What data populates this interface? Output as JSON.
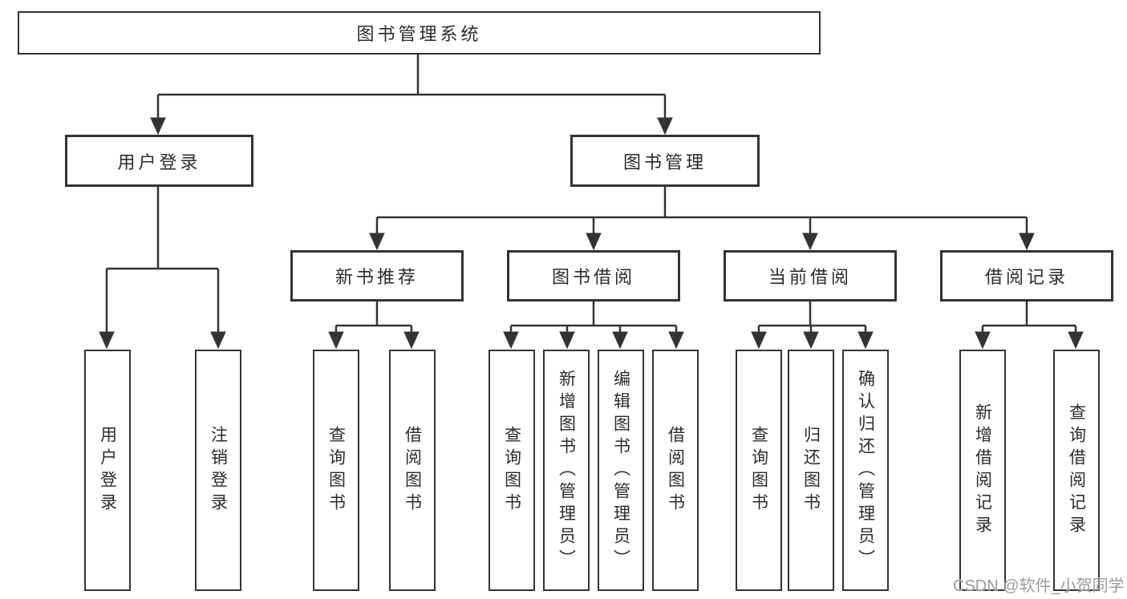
{
  "watermark": "CSDN @软件_小贺同学",
  "colors": {
    "line": "#333333",
    "text": "#2b2b2b",
    "background": "#ffffff",
    "watermark": "#9b9b9b"
  },
  "tree": {
    "root": {
      "label": "图书管理系统",
      "children": [
        {
          "label": "用户登录",
          "children": [
            {
              "label": "用户登录"
            },
            {
              "label": "注销登录"
            }
          ]
        },
        {
          "label": "图书管理",
          "children": [
            {
              "label": "新书推荐",
              "children": [
                {
                  "label": "查询图书"
                },
                {
                  "label": "借阅图书"
                }
              ]
            },
            {
              "label": "图书借阅",
              "children": [
                {
                  "label": "查询图书"
                },
                {
                  "label": "新增图书（管理员）"
                },
                {
                  "label": "编辑图书（管理员）"
                },
                {
                  "label": "借阅图书"
                }
              ]
            },
            {
              "label": "当前借阅",
              "children": [
                {
                  "label": "查询图书"
                },
                {
                  "label": "归还图书"
                },
                {
                  "label": "确认归还（管理员）"
                }
              ]
            },
            {
              "label": "借阅记录",
              "children": [
                {
                  "label": "新增借阅记录"
                },
                {
                  "label": "查询借阅记录"
                }
              ]
            }
          ]
        }
      ]
    }
  }
}
